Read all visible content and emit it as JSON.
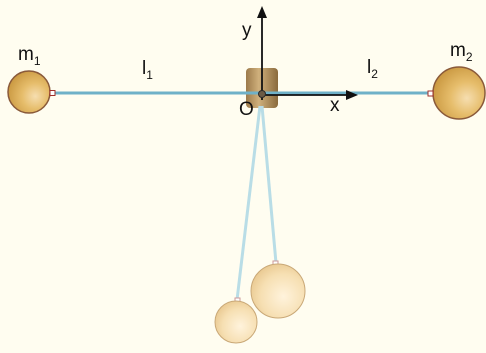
{
  "diagram": {
    "colors": {
      "background": "#fffdf0",
      "rod": "#6fb1c8",
      "rod_faded": "#b9dde6",
      "bob_gold": "#e8c06a",
      "bob_rim": "#8a5a3a",
      "pivot_block": "#b8925a",
      "axis": "#111111"
    },
    "labels": {
      "m1_base": "m",
      "m1_sub": "1",
      "m2_base": "m",
      "m2_sub": "2",
      "l1_base": "l",
      "l1_sub": "1",
      "l2_base": "l",
      "l2_sub": "2",
      "axis_x": "x",
      "axis_y": "y",
      "origin": "O"
    }
  }
}
